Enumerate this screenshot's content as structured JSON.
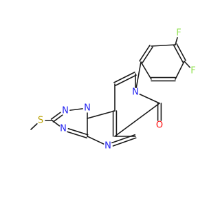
{
  "molecule": {
    "bond_color": "#1a1a1a",
    "atom_colors": {
      "N": "#2020f0",
      "O": "#ff0d0d",
      "S": "#b8a000",
      "F": "#90e050"
    },
    "atoms": [
      {
        "id": "N7",
        "symbol": "N",
        "label": "N"
      },
      {
        "id": "O6",
        "symbol": "O",
        "label": "O"
      },
      {
        "id": "N4",
        "symbol": "N",
        "label": "N"
      },
      {
        "id": "N3",
        "symbol": "N",
        "label": "N"
      },
      {
        "id": "N2",
        "symbol": "N",
        "label": "N"
      },
      {
        "id": "N1",
        "symbol": "N",
        "label": "N"
      },
      {
        "id": "S1",
        "symbol": "S",
        "label": "S"
      },
      {
        "id": "F3",
        "symbol": "F",
        "label": "F"
      },
      {
        "id": "F4",
        "symbol": "F",
        "label": "F"
      }
    ]
  }
}
